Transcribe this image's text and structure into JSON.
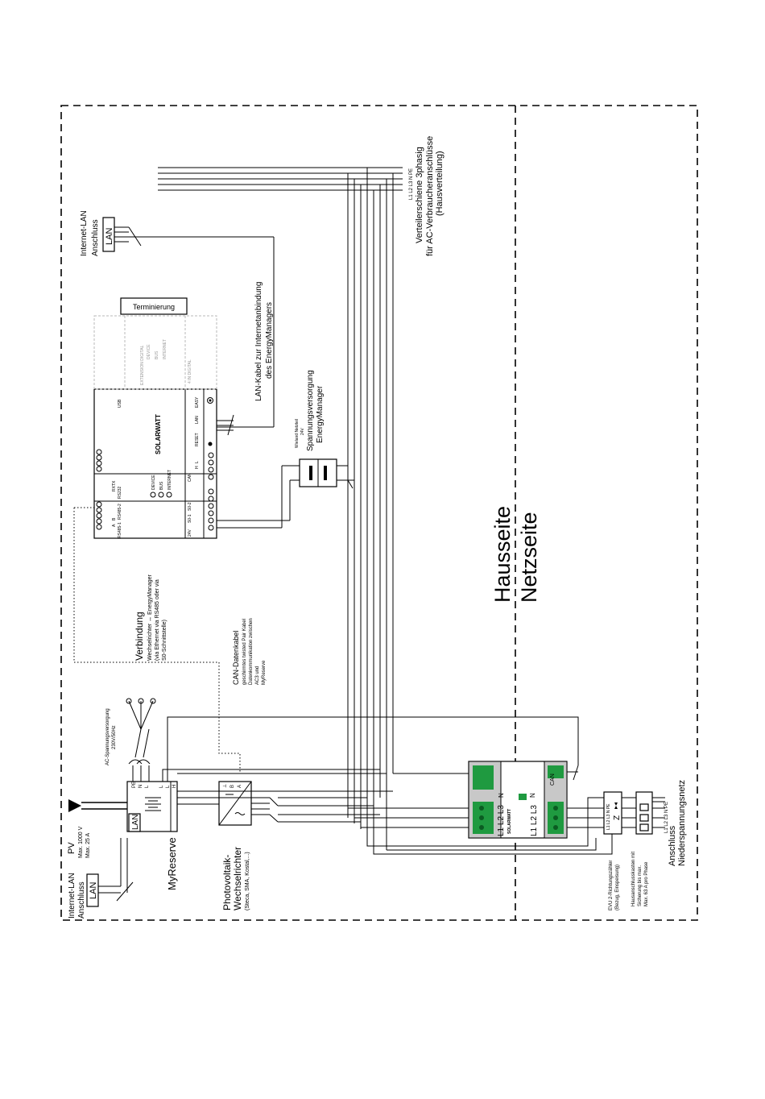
{
  "diagram": {
    "zones": {
      "house": "Hausseite",
      "grid": "Netzseite"
    },
    "pv": {
      "title": "PV",
      "max_voltage": "Max. 1000 V",
      "max_current": "Max. 25 A"
    },
    "internet_lan_left": {
      "line1": "Internet-LAN",
      "line2": "Anschluss",
      "port": "LAN"
    },
    "internet_lan_top": {
      "line1": "Internet-LAN",
      "line2": "Anschluss",
      "port": "LAN"
    },
    "myreserve": {
      "label": "MyReserve",
      "port": "LAN",
      "terminals": [
        "PE",
        "N",
        "L",
        "L",
        "L",
        "H"
      ]
    },
    "ac_supply": {
      "line1": "AC-Spannungsversorgung",
      "line2": "230V/50Hz"
    },
    "connection": {
      "title": "Verbindung",
      "line1": "Wechselrichter ↔ EnergyManager",
      "line2": "(via Ethernet via RS485 oder via",
      "line3": "S0-Schnittstelle)"
    },
    "can_cable": {
      "title": "CAN-Datenkabel",
      "line1": "geschirmtes twisted Pair Kabel",
      "line2": "Datenkommunikation zwischen",
      "line3": "AC3 und",
      "line4": "MyReserve"
    },
    "inverter": {
      "line1": "Photovoltaik-",
      "line2": "Wechselrichter",
      "line3": "(Steca, SMA, Kostal,...)",
      "terminals": [
        "⊥",
        "B",
        "A"
      ]
    },
    "energy_manager": {
      "brand": "SOLARWATT",
      "leds": [
        "DEVICE",
        "BUS",
        "INTERNET"
      ],
      "labels": [
        "USB",
        "RESET",
        "LAN",
        "EASY",
        "CAN",
        "H",
        "L",
        "24V",
        "S0-1",
        "S0-2",
        "RS485-1",
        "RS485-2",
        "RS232",
        "A",
        "B",
        "RX",
        "TX"
      ],
      "terminierung": "Terminierung",
      "ext_ghost": [
        "EXTENSION DIGITAL",
        "DEVICE",
        "BUS",
        "INTERNET",
        "4 IN DIGITAL"
      ]
    },
    "lan_cable": {
      "line1": "LAN-Kabel zur Internetanbindung",
      "line2": "des EnergyManagers"
    },
    "power_supply": {
      "small1": "Wieland Netzteil",
      "small2": "24V",
      "line1": "Spannungsversorgung",
      "line2": "EnergyManager"
    },
    "busbar": {
      "phases": "L1 L2 L3 N PE",
      "line1": "Verteilerschiene 3phasig",
      "line2": "für AC-Verbraucheranschlüsse",
      "line3": "(Hausverteilung)"
    },
    "meter": {
      "phases": "L1 L2 L3",
      "n": "N",
      "can": "CAN",
      "brand": "SOLARWATT"
    },
    "evu": {
      "phases": "L1 L2 L3 N PE",
      "symbol": "Z",
      "line1": "EVU 2-Richtungszähler",
      "line2": "(Bezug, Einspeisung)"
    },
    "fuse": {
      "line1": "Hausanschlusskasten mit",
      "line2": "Sicherung bis max.",
      "line3": "Max. 63 A pro Phase"
    },
    "grid": {
      "phases": "L1 L2 L3 N PE",
      "line1": "Anschluss",
      "line2": "Niederspannungsnetz"
    },
    "colors": {
      "terminal_green": "#1f9a40",
      "gray_module": "#c8c8c8",
      "line": "#000000"
    }
  }
}
